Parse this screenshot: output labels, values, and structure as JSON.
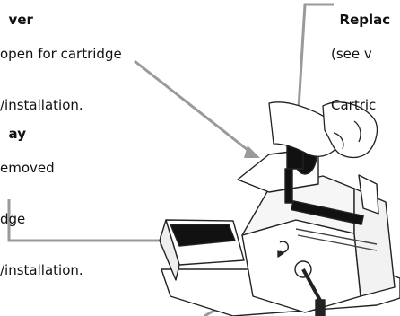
{
  "labels": {
    "top_left": {
      "title": "ver",
      "lines": [
        "open for cartridge",
        "/installation."
      ]
    },
    "top_right": {
      "title": "Replac",
      "lines": [
        "(see v",
        "Cartric"
      ]
    },
    "mid_left": {
      "title": "ay",
      "lines": [
        "emoved",
        "dge",
        "/installation."
      ]
    }
  },
  "colors": {
    "leader_line": "#9a9a9a",
    "outline": "#222222",
    "fill_dark": "#111111",
    "background": "#ffffff"
  }
}
